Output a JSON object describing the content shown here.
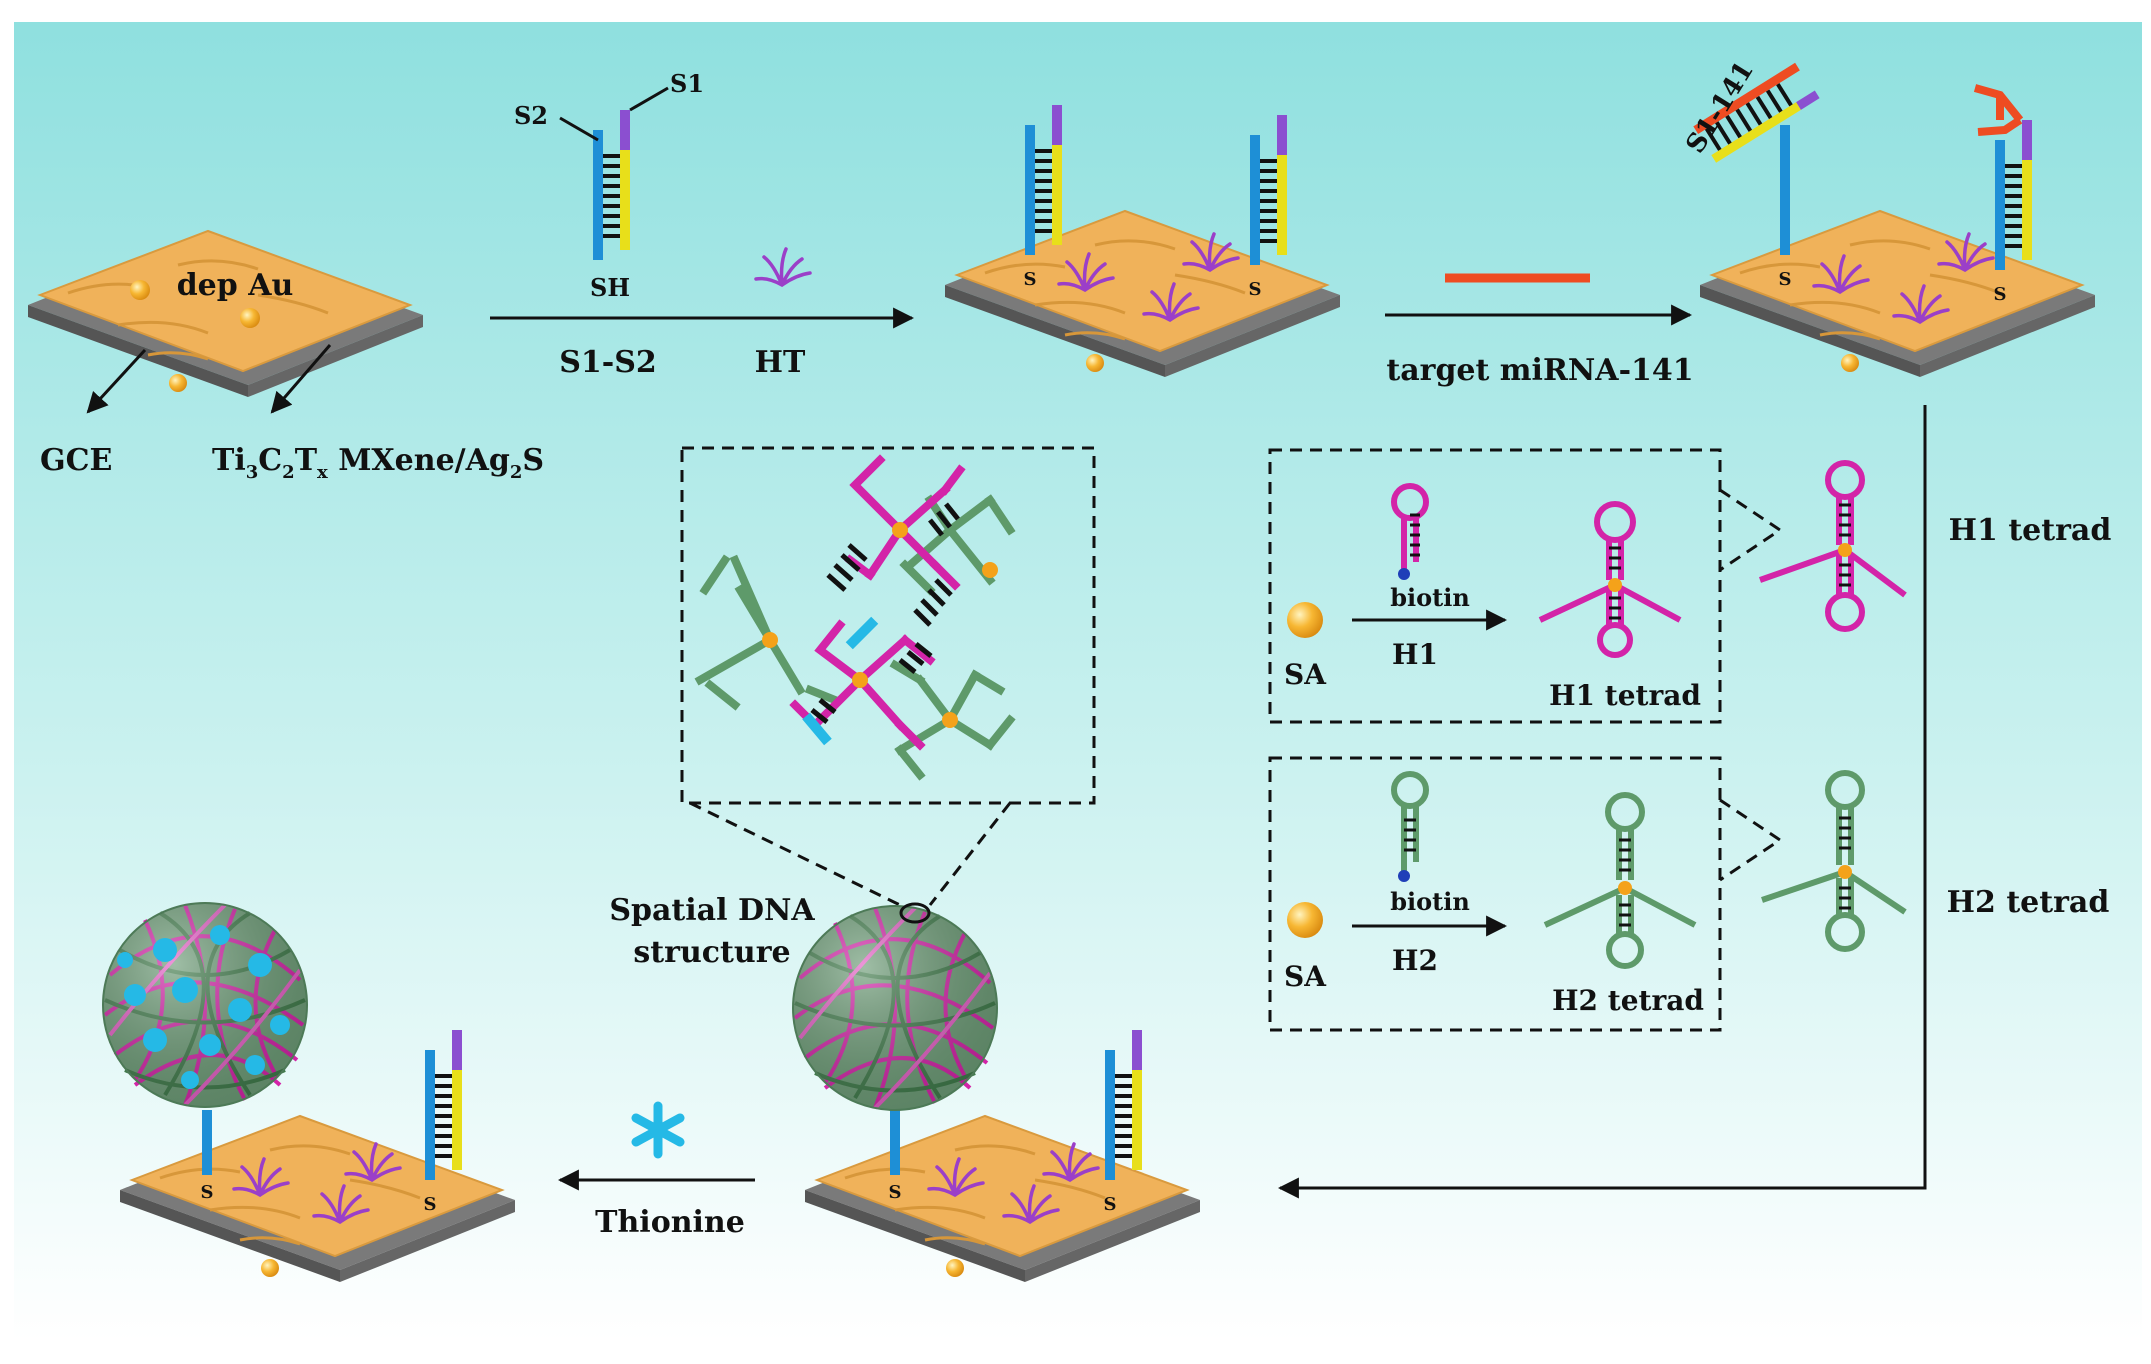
{
  "labels": {
    "dep_au": "dep Au",
    "gce": "GCE",
    "mxene_ti": "Ti",
    "mxene_3": "3",
    "mxene_c": "C",
    "mxene_2": "2",
    "mxene_t": "T",
    "mxene_x": "x",
    "mxene_rest": " MXene/Ag",
    "mxene_2b": "2",
    "mxene_s": "S",
    "s1": "S1",
    "s2": "S2",
    "sh": "SH",
    "s1_s2": "S1-S2",
    "ht": "HT",
    "target": "target miRNA-141",
    "s1_141": "S1-141",
    "h1_tetrad_right": "H1 tetrad",
    "h2_tetrad_right": "H2 tetrad",
    "sa1": "SA",
    "biotin1": "biotin",
    "h1": "H1",
    "h1_tetrad_box": "H1 tetrad",
    "sa2": "SA",
    "biotin2": "biotin",
    "h2": "H2",
    "h2_tetrad_box": "H2 tetrad",
    "spatial_1": "Spatial DNA",
    "spatial_2": "structure",
    "thionine": "Thionine",
    "s_tag": "S"
  },
  "colors": {
    "bg_top": "#8fe0df",
    "bg_bottom": "#ffffff",
    "gold": "#eeb34b",
    "blue": "#1e8fd6",
    "yellow": "#e8df1a",
    "purple": "#8b4fd0",
    "red": "#ee4c22",
    "magenta": "#d324a8",
    "green": "#5e9a6a",
    "cyan": "#25b9e6",
    "orange": "#f4a21a"
  }
}
